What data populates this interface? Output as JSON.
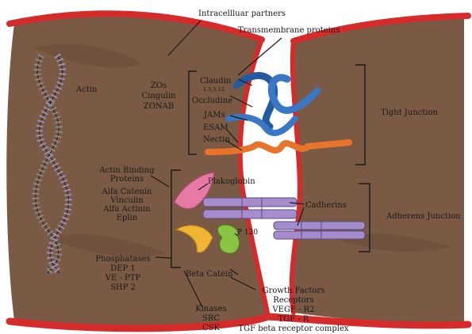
{
  "colors": {
    "cell_brown": "#7a5a44",
    "membrane_red": "#d52b2b",
    "claudin_blue": "#3a78c6",
    "nectin_orange": "#e8742c",
    "cadherin_purple": "#a48ccd",
    "plakoglobin_pink": "#e77aa5",
    "beta_catenin_yellow": "#f0b530",
    "p120_green": "#8ac442"
  },
  "labels": {
    "intracellular_partners": "Intracellluar partners",
    "transmembrane_proteins": "Transmembrane proteins",
    "actin": "Actin",
    "zos": "ZOs",
    "cingulin": "Cingulin",
    "zonab": "ZONAB",
    "claudin": "Claudin",
    "claudin_numbers": "1,3,5,12",
    "occludine": "Occludine",
    "jams": "JAMs",
    "esam": "ESAM",
    "nectin": "Nectin",
    "tight_junction": "Tight Junction",
    "actin_binding_proteins": [
      "Actin Binding",
      "Proteins"
    ],
    "alfa_catenin": "Alfa Catenin",
    "vinculin": "Vinculin",
    "alfa_actinin": "Alfa Actinin",
    "eplin": "Eplin",
    "plakoglobin": "Plakoglobin",
    "cadherins": "Cadherins",
    "adherens_junction": "Adherens Junction",
    "p120": "P 120",
    "phosphatases": "Phosphatases",
    "dep1": "DEP 1",
    "ve_ptp": "VE - PTP",
    "shp2": "SHP 2",
    "beta_catenin": "Beta Catein",
    "kinases": "Kinases",
    "src": "SRC",
    "csk": "CSK",
    "growth_factors": "Growth Factors",
    "receptors": "Receptors",
    "vegf_r2": "VEGF - R2",
    "tgf_r": "TGF - R",
    "tgf_beta_complex": "TGF beta receptor complex"
  }
}
